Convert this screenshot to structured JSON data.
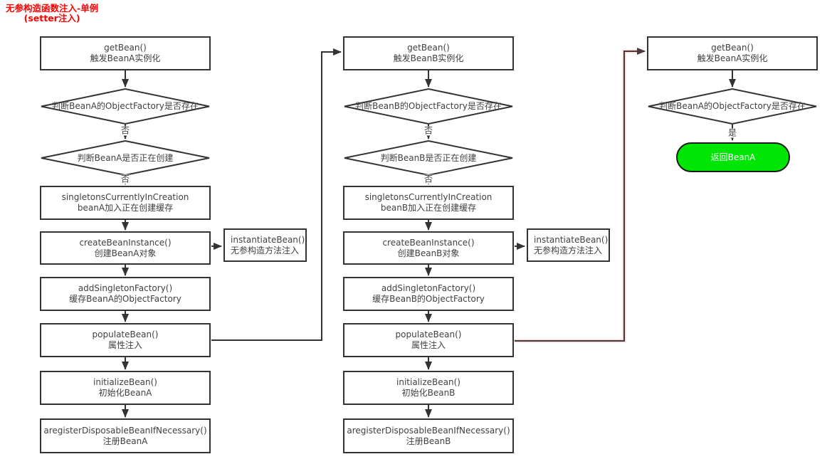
{
  "title": {
    "line1": "无参构造函数注入-单例",
    "line2": "(setter注入)"
  },
  "colors": {
    "title_red": "#FF0000",
    "node_border": "#333333",
    "node_text": "#404040",
    "connector": "#333333",
    "connector_alt": "#4A3A3A",
    "return_fill": "#00E604",
    "return_text": "#FFFFFF"
  },
  "columns": [
    {
      "id": "bean-a-creation",
      "nodes": {
        "get_bean": {
          "title": "getBean()",
          "subtitle": "触发BeanA实例化"
        },
        "check_factory": {
          "text": "判断BeanA的ObjectFactory是否存在",
          "branch": "否"
        },
        "check_creating": {
          "text": "判断BeanA是否正在创建",
          "branch": "否"
        },
        "in_creation": {
          "title": "singletonsCurrentlyInCreation",
          "subtitle": "beanA加入正在创建缓存"
        },
        "create_instance": {
          "title": "createBeanInstance()",
          "subtitle": "创建BeanA对象"
        },
        "instantiate": {
          "title": "instantiateBean()",
          "subtitle": "无参构造方法注入"
        },
        "add_factory": {
          "title": "addSingletonFactory()",
          "subtitle": "缓存BeanA的ObjectFactory"
        },
        "populate": {
          "title": "populateBean()",
          "subtitle": "属性注入"
        },
        "initialize": {
          "title": "initializeBean()",
          "subtitle": "初始化BeanA"
        },
        "register": {
          "title": "aregisterDisposableBeanIfNecessary()",
          "subtitle": "注册BeanA"
        }
      }
    },
    {
      "id": "bean-b-creation",
      "nodes": {
        "get_bean": {
          "title": "getBean()",
          "subtitle": "触发BeanB实例化"
        },
        "check_factory": {
          "text": "判断BeanB的ObjectFactory是否存在",
          "branch": "否"
        },
        "check_creating": {
          "text": "判断BeanB是否正在创建",
          "branch": "否"
        },
        "in_creation": {
          "title": "singletonsCurrentlyInCreation",
          "subtitle": "beanB加入正在创建缓存"
        },
        "create_instance": {
          "title": "createBeanInstance()",
          "subtitle": "创建BeanB对象"
        },
        "instantiate": {
          "title": "instantiateBean()",
          "subtitle": "无参构造方法注入"
        },
        "add_factory": {
          "title": "addSingletonFactory()",
          "subtitle": "缓存BeanB的ObjectFactory"
        },
        "populate": {
          "title": "populateBean()",
          "subtitle": "属性注入"
        },
        "initialize": {
          "title": "initializeBean()",
          "subtitle": "初始化BeanB"
        },
        "register": {
          "title": "aregisterDisposableBeanIfNecessary()",
          "subtitle": "注册BeanB"
        }
      }
    },
    {
      "id": "bean-a-return",
      "nodes": {
        "get_bean": {
          "title": "getBean()",
          "subtitle": "触发BeanA实例化"
        },
        "check_factory": {
          "text": "判断BeanA的ObjectFactory是否存在",
          "branch": "是"
        },
        "return_bean": {
          "text": "返回BeanA"
        }
      }
    }
  ]
}
